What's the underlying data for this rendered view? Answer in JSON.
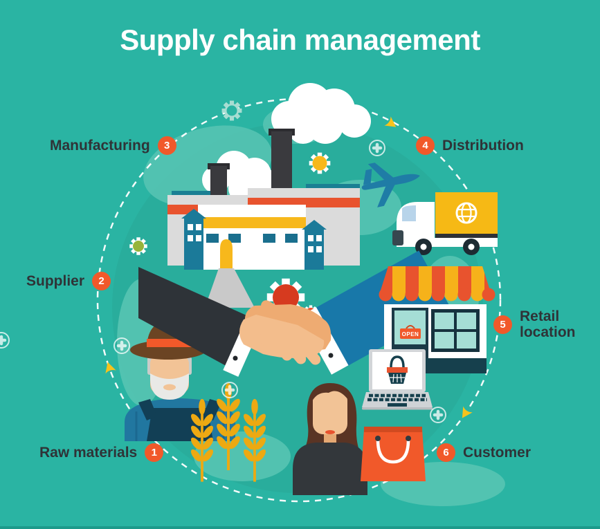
{
  "title": "Supply chain management",
  "steps": [
    {
      "number": "1",
      "label": "Raw materials"
    },
    {
      "number": "2",
      "label": "Supplier"
    },
    {
      "number": "3",
      "label": "Manufacturing"
    },
    {
      "number": "4",
      "label": "Distribution"
    },
    {
      "number": "5",
      "label": "Retail location"
    },
    {
      "number": "6",
      "label": "Customer"
    }
  ],
  "storefront": {
    "open_sign": "OPEN"
  },
  "colors": {
    "background": "#2ab4a3",
    "globe_land": "#56c4b3",
    "badge": "#f1592a",
    "label_text": "#2f3337",
    "title_text": "#ffffff",
    "accent_yellow": "#f7b81c",
    "accent_orange_red": "#e8532e",
    "truck_box_yellow": "#f6b915",
    "suit_dark": "#2e3338",
    "suit_blue": "#1878a9",
    "skin": "#f2c396",
    "gear_red": "#d63a1f",
    "gear_green": "#96b43a",
    "dashed_path": "#ffffff",
    "arrow_yellow": "#f7c31c"
  },
  "illustration": {
    "icons": [
      "globe",
      "dashed-cycle-path",
      "factory-icon",
      "smoke-clouds",
      "airplane-icon",
      "truck-icon",
      "globe-icon",
      "storefront-icon",
      "open-sign",
      "laptop-icon",
      "shopping-basket-icon",
      "handshake-icon",
      "farmer-icon",
      "wheat-icon",
      "customer-woman-icon",
      "shopping-bag-icon",
      "gear-icon",
      "plus-icon",
      "arrow-icon"
    ]
  }
}
